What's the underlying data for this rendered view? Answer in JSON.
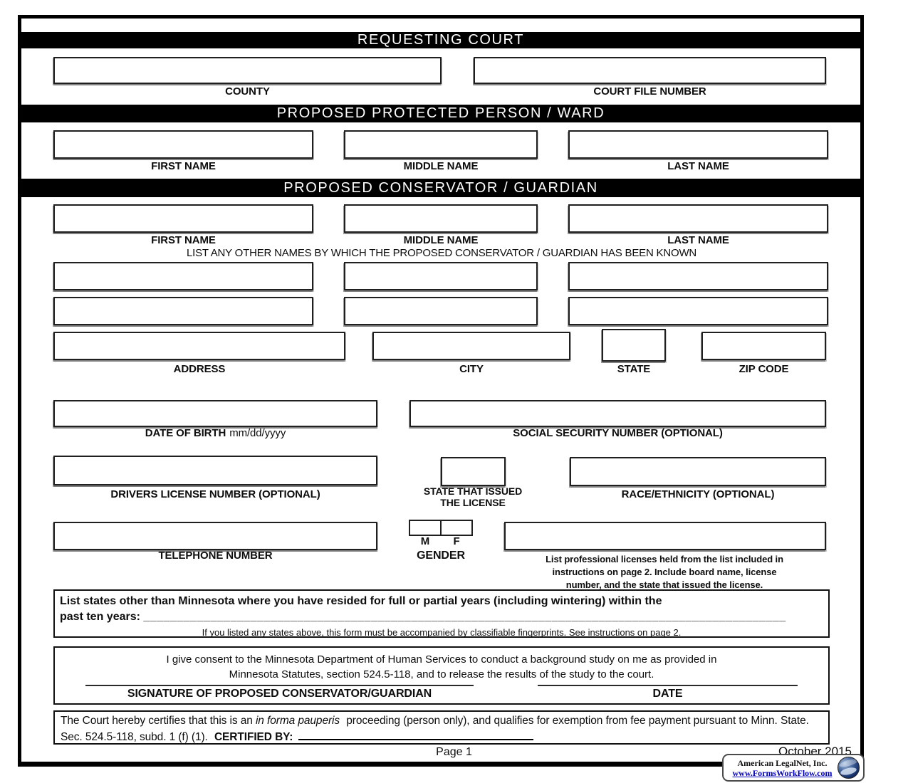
{
  "colors": {
    "bar_bg": "#000000",
    "link": "#0000bb",
    "ink": "#0d0d0d"
  },
  "requesting_court": {
    "title": "REQUESTING COURT",
    "county_label": "COUNTY",
    "court_file_label": "COURT FILE NUMBER"
  },
  "protected_person": {
    "title": "PROPOSED PROTECTED PERSON / WARD",
    "first_label": "FIRST NAME",
    "middle_label": "MIDDLE NAME",
    "last_label": "LAST NAME"
  },
  "conservator": {
    "title": "PROPOSED CONSERVATOR / GUARDIAN",
    "first_label": "FIRST NAME",
    "middle_label": "MIDDLE NAME",
    "last_label": "LAST NAME",
    "other_names_note": "LIST ANY OTHER NAMES BY WHICH THE PROPOSED CONSERVATOR / GUARDIAN HAS BEEN KNOWN",
    "address_label": "ADDRESS",
    "city_label": "CITY",
    "state_label": "STATE",
    "zip_label": "ZIP CODE",
    "dob_label": "DATE OF BIRTH",
    "dob_format": "mm/dd/yyyy",
    "ssn_label": "SOCIAL SECURITY NUMBER (OPTIONAL)",
    "dl_label": "DRIVERS LICENSE NUMBER (OPTIONAL)",
    "state_issued_line1": "STATE THAT ISSUED",
    "state_issued_line2": "THE LICENSE",
    "race_label": "RACE/ETHNICITY (OPTIONAL)",
    "phone_label": "TELEPHONE NUMBER",
    "gender_m": "M",
    "gender_f": "F",
    "gender_label": "GENDER",
    "license_note": [
      "List professional licenses held from the list included in",
      "instructions on page 2. Include board name, license",
      "number, and the state that issued the license."
    ]
  },
  "states_box": {
    "line1": "List states other than Minnesota where you have resided for full or partial years (including wintering) within the",
    "line2_prefix": "past ten years:",
    "line2_fill": "________________________________________________________________________________________________",
    "note": "If you listed any states above, this form must be accompanied by classifiable fingerprints. See instructions on page 2."
  },
  "consent_box": {
    "line1": "I give consent to the Minnesota Department of Human Services to conduct a background study on me as  provided in",
    "line2": "Minnesota Statutes, section 524.5-118, and to release the results of the study to the court.",
    "signature_label": "SIGNATURE OF PROPOSED CONSERVATOR/GUARDIAN",
    "date_label": "DATE"
  },
  "court_box": {
    "lead": "The Court hereby certifies that this is an ",
    "italic": "in forma pauperis",
    "rest": "  proceeding (person only), and qualifies for exemption from fee payment pursuant to Minn. State. Sec. 524.5-118, subd. 1 (f) (1).   ",
    "certified_by": "CERTIFIED BY:"
  },
  "footer": {
    "page_number": "Page 1",
    "revision_date": "October 2015"
  },
  "badge": {
    "company": "American LegalNet, Inc.",
    "website": "www.FormsWorkFlow.com"
  }
}
